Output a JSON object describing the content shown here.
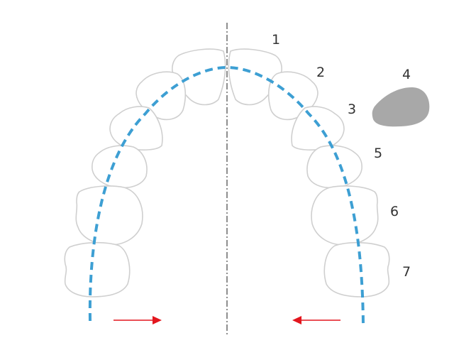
{
  "tooth_numbers": [
    "1",
    "2",
    "3",
    "4",
    "5",
    "6",
    "7"
  ],
  "missing_tooth_number": "4",
  "colors": {
    "tooth_outline": "#cfcfcf",
    "missing_tooth": "#a8a8a8",
    "arch_curve": "#3d9fd3",
    "midline": "#444444",
    "arrows": "#e3161e",
    "labels": "#333333"
  },
  "icons": [
    "right-arrow-icon",
    "left-arrow-icon"
  ]
}
